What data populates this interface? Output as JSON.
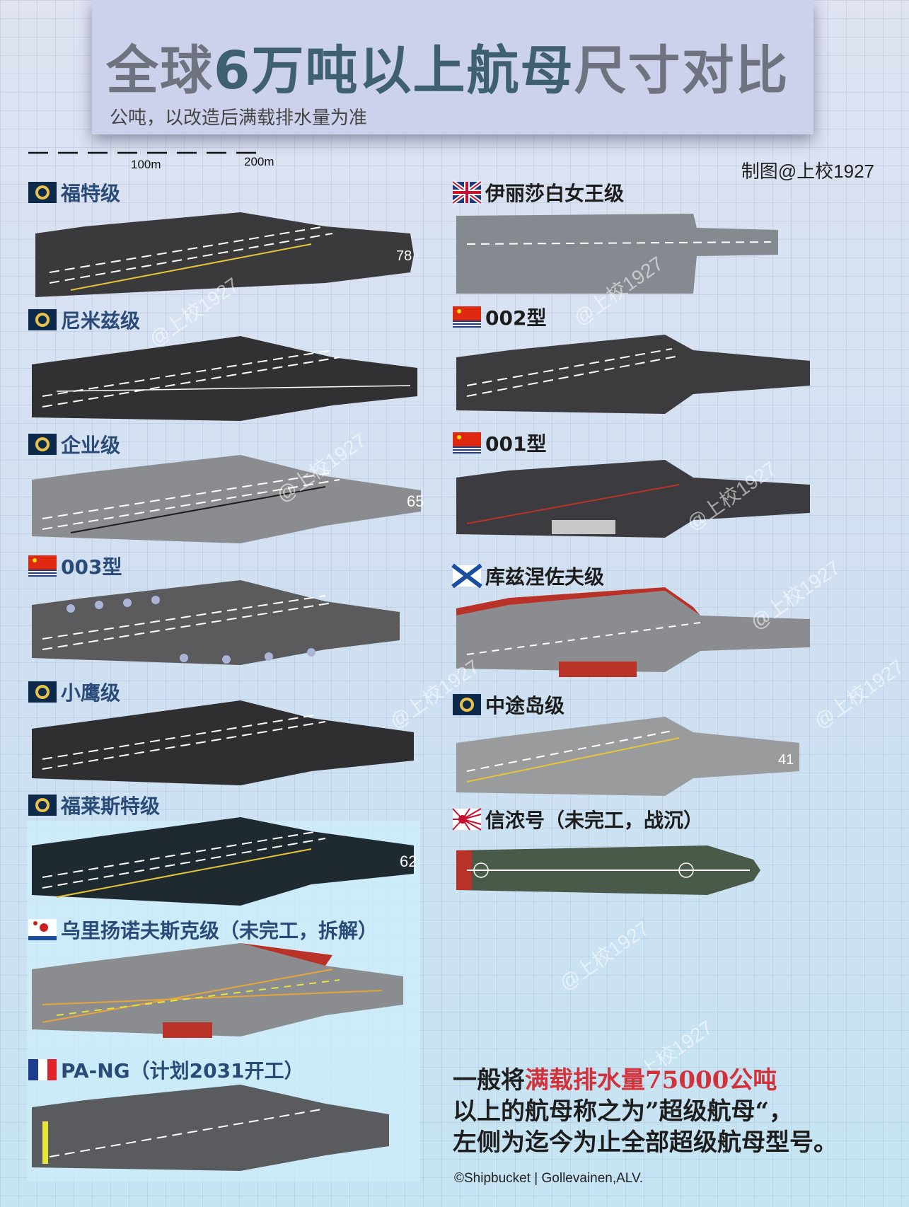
{
  "header": {
    "title_part1": "全球",
    "title_part2": "6万吨以上航母",
    "title_part3": "尺寸对比",
    "subtitle": "公吨，以改造后满载排水量为准"
  },
  "scale": {
    "label_100": "100m",
    "label_200": "200m"
  },
  "credit": "制图@上校1927",
  "watermark": "@上校1927",
  "left_column": [
    {
      "name": "福特级",
      "flag": "us-navy",
      "hull_number": "78"
    },
    {
      "name": "尼米兹级",
      "flag": "us-navy",
      "hull_number": ""
    },
    {
      "name": "企业级",
      "flag": "us-navy",
      "hull_number": "65"
    },
    {
      "name": "003型",
      "flag": "plan"
    },
    {
      "name": "小鹰级",
      "flag": "us-navy"
    },
    {
      "name": "福莱斯特级",
      "flag": "us-navy",
      "hull_number": "62"
    },
    {
      "name": "乌里扬诺夫斯克级（未完工，拆解）",
      "flag": "soviet-navy"
    },
    {
      "name": "PA-NG（计划2031开工）",
      "flag": "france"
    }
  ],
  "right_column": [
    {
      "name": "伊丽莎白女王级",
      "flag": "uk"
    },
    {
      "name": "002型",
      "flag": "plan"
    },
    {
      "name": "001型",
      "flag": "plan"
    },
    {
      "name": "库兹涅佐夫级",
      "flag": "russia-navy"
    },
    {
      "name": "中途岛级",
      "flag": "us-navy",
      "hull_number": "41"
    },
    {
      "name": "信浓号（未完工，战沉）",
      "flag": "rising-sun"
    }
  ],
  "note": {
    "line1_prefix": "一般将",
    "line1_highlight": "满载排水量75000公吨",
    "line2": "以上的航母称之为”超级航母“，",
    "line3": "左侧为迄今为止全部超级航母型号。"
  },
  "footer": "©Shipbucket  |  Gollevainen,ALV.",
  "colors": {
    "title_grey": "#6f7380",
    "title_teal": "#3f5f73",
    "label_blue": "#2a4a78",
    "highlight_red": "#d2323a",
    "deck_dark": "#3a3a3c",
    "deck_grey": "#8a8c90",
    "deck_red": "#b83228",
    "deck_green": "#4a5a48"
  }
}
